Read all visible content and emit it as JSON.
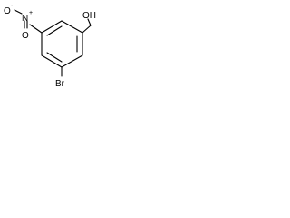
{
  "molecule": {
    "labels": {
      "nitro_oxygen_left": "O",
      "nitro_minus": "-",
      "nitro_nitrogen": "N",
      "nitro_plus": "+",
      "nitro_oxygen_bottom": "O",
      "hydroxyl": "OH",
      "bromine": "Br"
    },
    "colors": {
      "bond": "#000000",
      "label": "#000000",
      "background": "#ffffff"
    }
  }
}
